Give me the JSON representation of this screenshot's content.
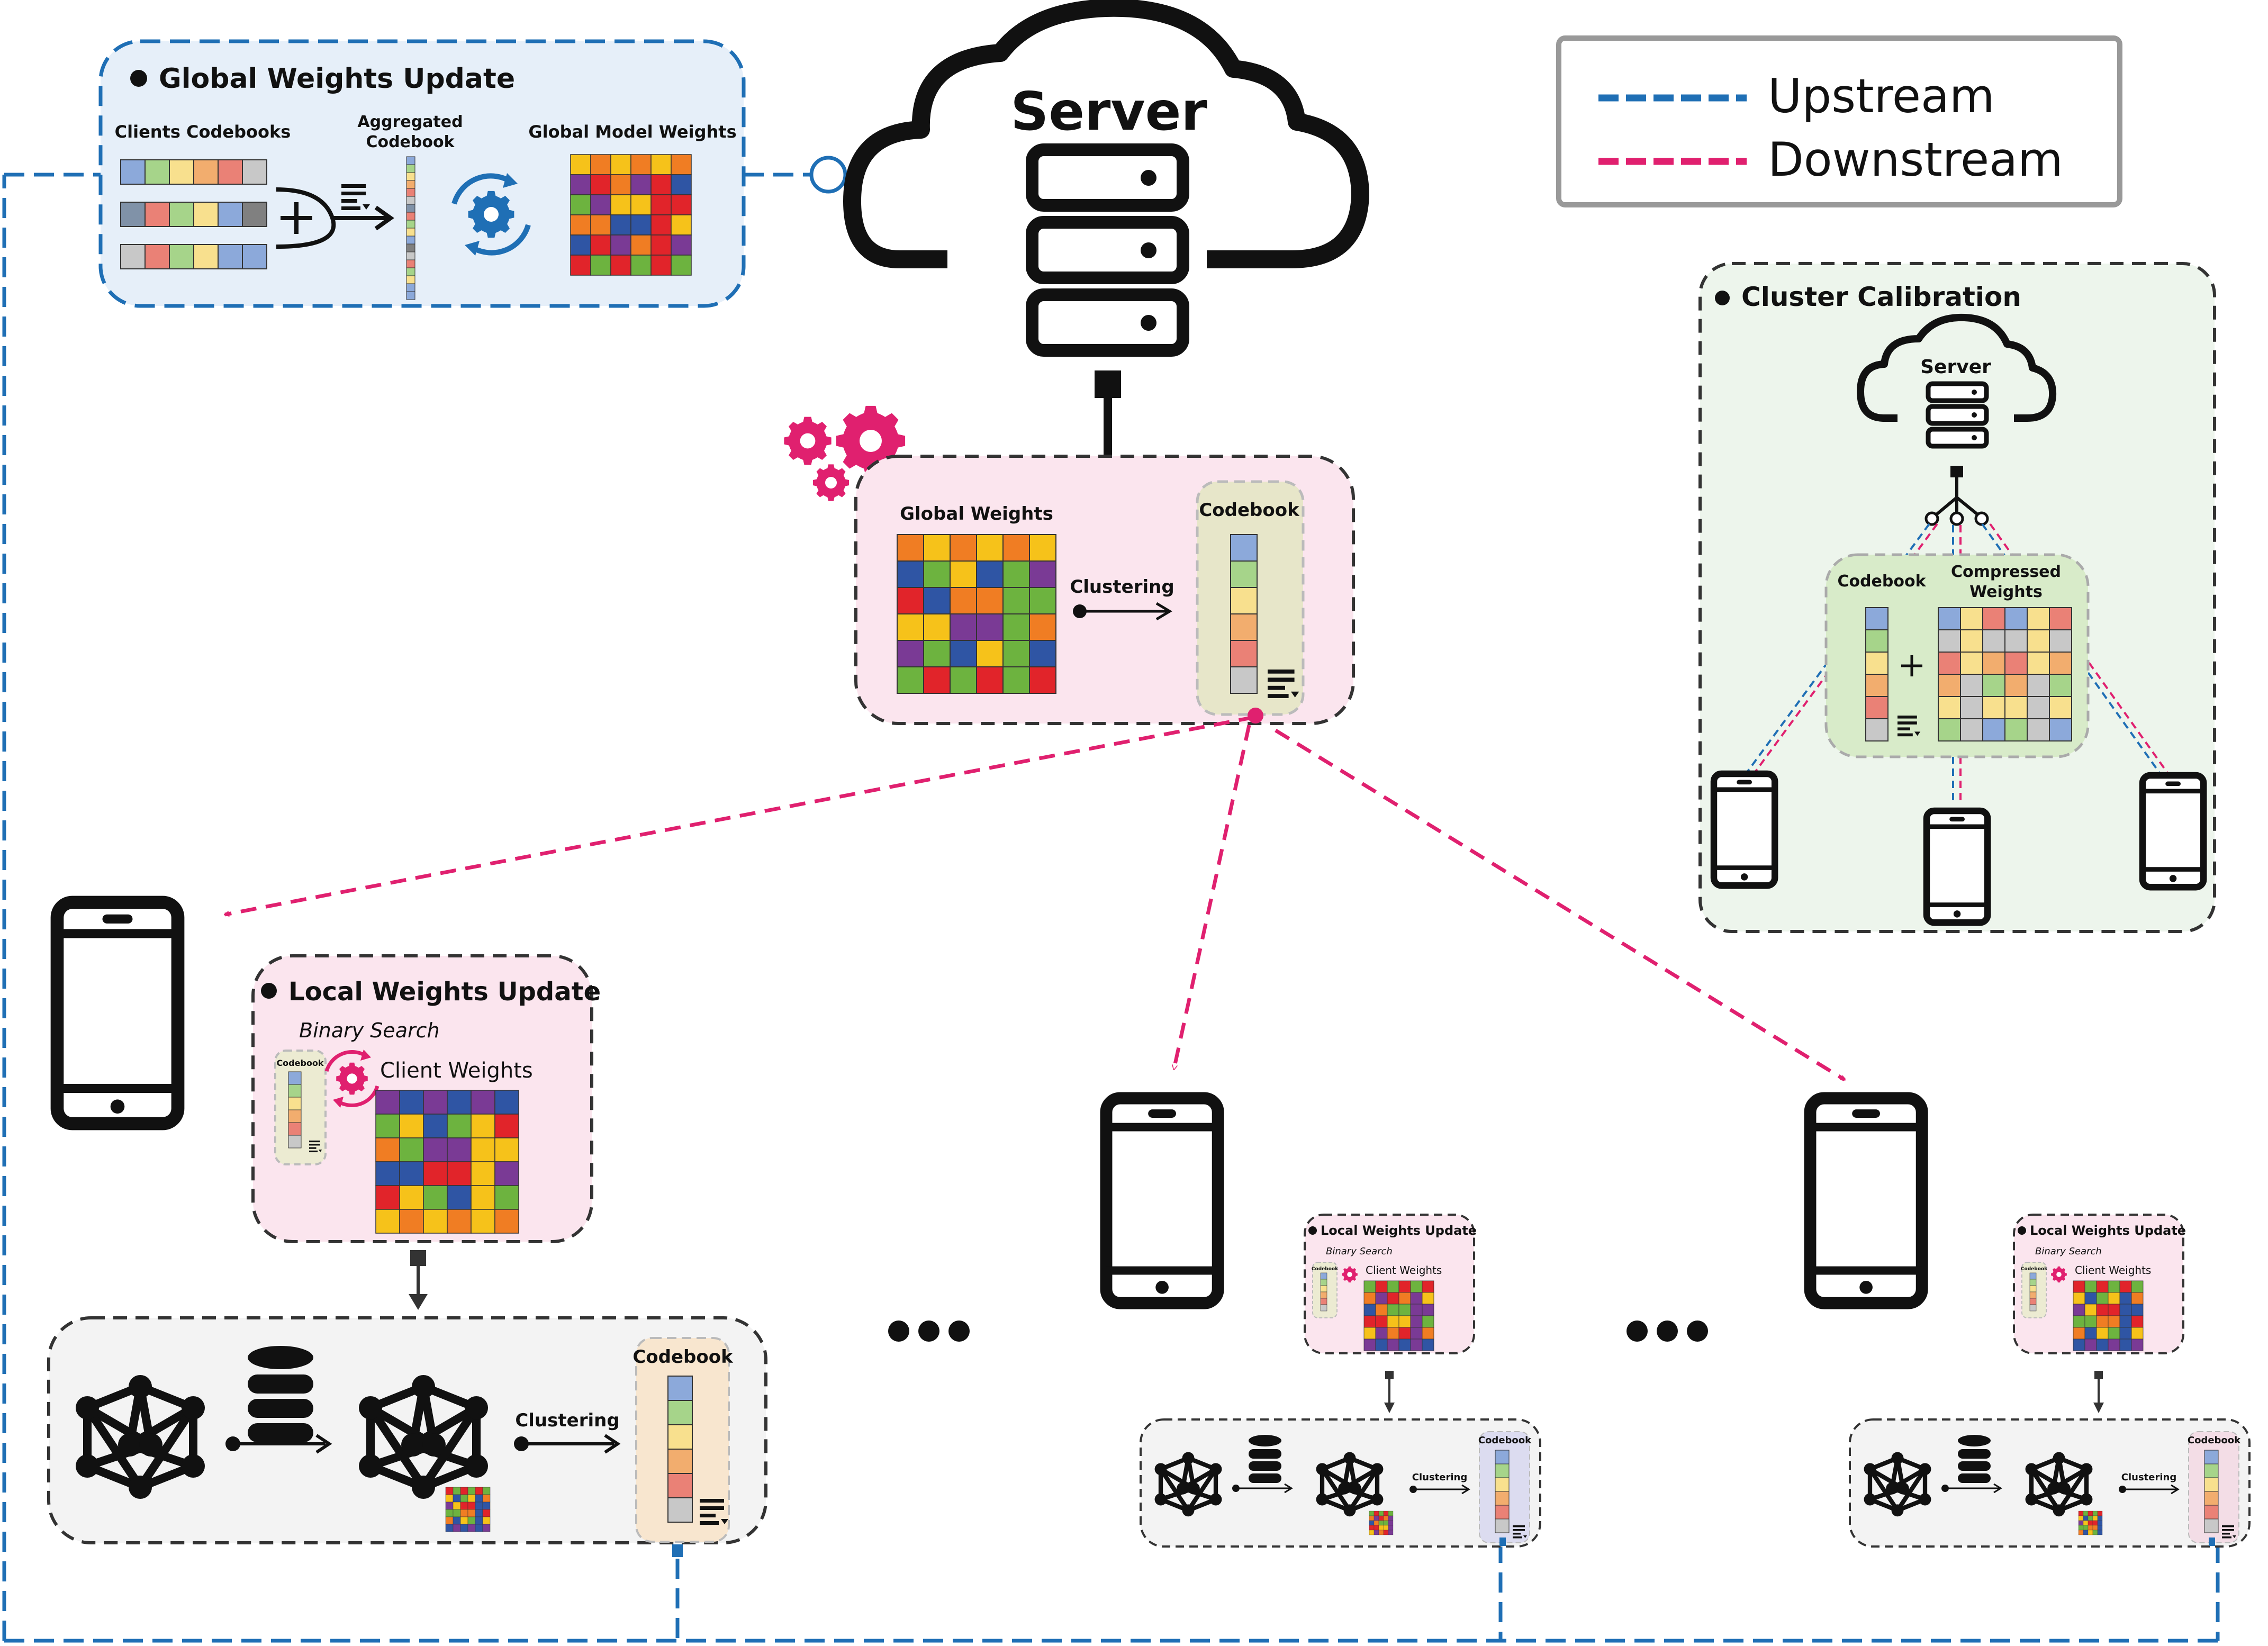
{
  "server": {
    "label": "Server"
  },
  "legend": {
    "upstream": "Upstream",
    "downstream": "Downstream"
  },
  "global_update": {
    "title": "Global Weights Update",
    "clients_codebooks": "Clients Codebooks",
    "aggregated_1": "Aggregated",
    "aggregated_2": "Codebook",
    "global_model_weights": "Global Model Weights"
  },
  "server_cluster": {
    "global_weights": "Global Weights",
    "clustering": "Clustering",
    "codebook": "Codebook"
  },
  "calibration": {
    "title": "Cluster Calibration",
    "server": "Server",
    "codebook": "Codebook",
    "compressed_1": "Compressed",
    "compressed_2": "Weights"
  },
  "client_main": {
    "local_title": "Local Weights Update",
    "binary_search": "Binary Search",
    "client_weights": "Client Weights",
    "codebook_small": "Codebook",
    "clustering": "Clustering",
    "codebook": "Codebook"
  },
  "client_small": {
    "local_title": "Local Weights Update",
    "binary_search": "Binary Search",
    "client_weights": "Client Weights",
    "codebook_small": "Codebook",
    "clustering": "Clustering",
    "codebook": "Codebook"
  },
  "colors": {
    "upstream": "#1f6fb5",
    "downstream": "#e0206f",
    "gear": "#e0206f",
    "sync": "#1f6fb5",
    "palette": [
      "#2f55a4",
      "#e1242a",
      "#f6c21a",
      "#7a3a95",
      "#6db33f",
      "#f07d23"
    ],
    "codebook_cells": [
      "#8ca9da",
      "#a6d48a",
      "#f8e08e",
      "#f2ad6e",
      "#ea8176",
      "#c8c8c8"
    ]
  }
}
